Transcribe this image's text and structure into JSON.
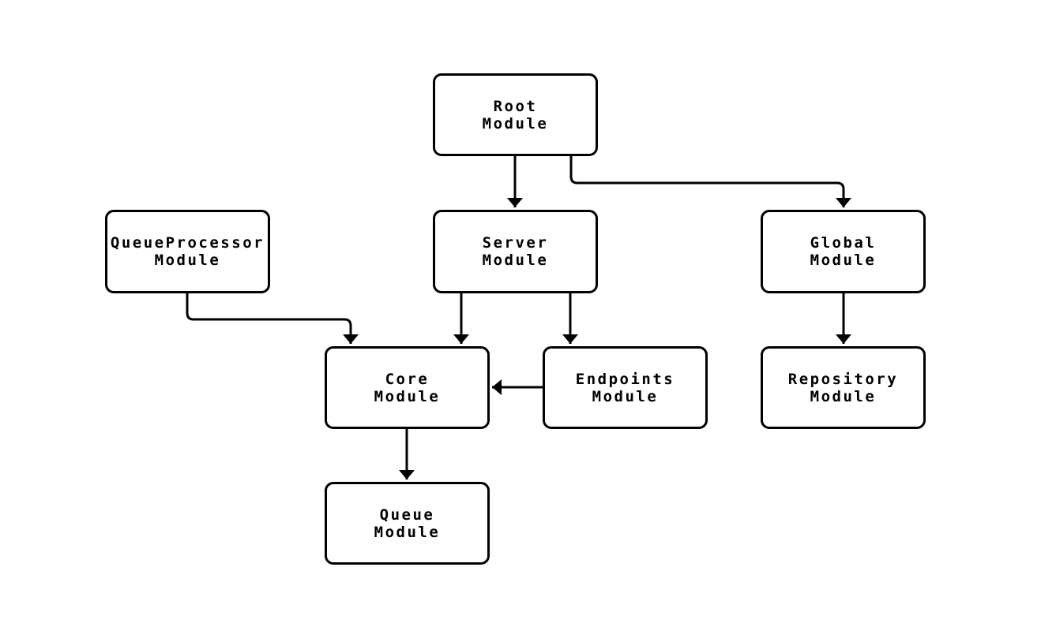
{
  "diagram": {
    "type": "module-dependency-graph",
    "background_color": "#ffffff",
    "node_fill_color": "#ffffff",
    "node_border_color": "#000000",
    "edge_color": "#000000",
    "text_color": "#000000",
    "nodes": [
      {
        "id": "root",
        "label": "Root\nModule"
      },
      {
        "id": "queueprocessor",
        "label": "QueueProcessor\nModule"
      },
      {
        "id": "server",
        "label": "Server\nModule"
      },
      {
        "id": "global",
        "label": "Global\nModule"
      },
      {
        "id": "core",
        "label": "Core\nModule"
      },
      {
        "id": "endpoints",
        "label": "Endpoints\nModule"
      },
      {
        "id": "repository",
        "label": "Repository\nModule"
      },
      {
        "id": "queue",
        "label": "Queue\nModule"
      }
    ],
    "edges": [
      {
        "from": "root",
        "to": "server"
      },
      {
        "from": "root",
        "to": "global"
      },
      {
        "from": "queueprocessor",
        "to": "core"
      },
      {
        "from": "server",
        "to": "core"
      },
      {
        "from": "server",
        "to": "endpoints"
      },
      {
        "from": "endpoints",
        "to": "core"
      },
      {
        "from": "global",
        "to": "repository"
      },
      {
        "from": "core",
        "to": "queue"
      }
    ]
  }
}
